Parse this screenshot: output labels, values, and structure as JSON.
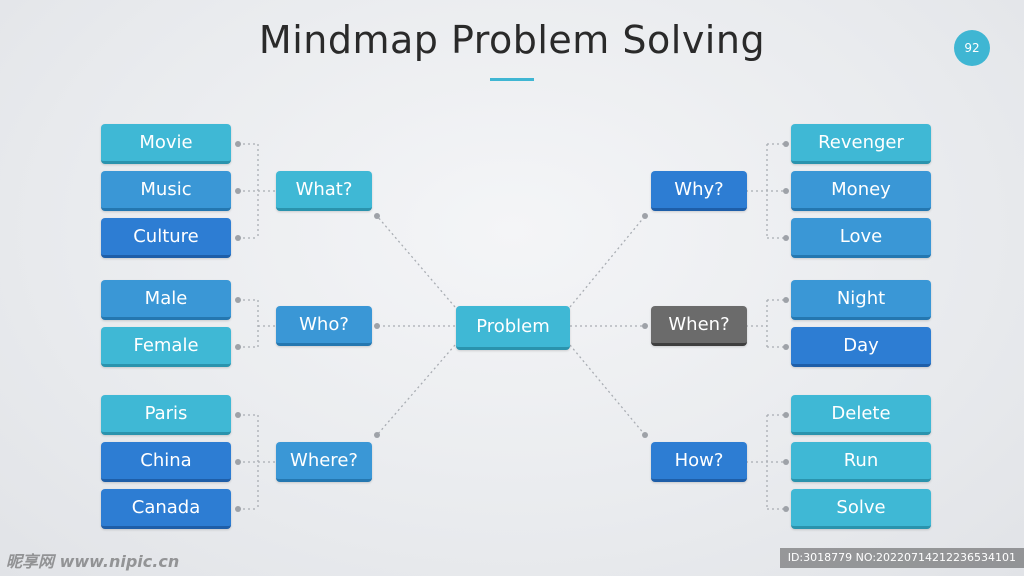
{
  "title": "Mindmap Problem Solving",
  "page_number": "92",
  "center": "Problem",
  "groups": {
    "what": {
      "label": "What?",
      "leaves": [
        "Movie",
        "Music",
        "Culture"
      ]
    },
    "who": {
      "label": "Who?",
      "leaves": [
        "Male",
        "Female"
      ]
    },
    "where": {
      "label": "Where?",
      "leaves": [
        "Paris",
        "China",
        "Canada"
      ]
    },
    "why": {
      "label": "Why?",
      "leaves": [
        "Revenger",
        "Money",
        "Love"
      ]
    },
    "when": {
      "label": "When?",
      "leaves": [
        "Night",
        "Day"
      ]
    },
    "how": {
      "label": "How?",
      "leaves": [
        "Delete",
        "Run",
        "Solve"
      ]
    }
  },
  "colors": {
    "cyan": "#3fb8d5",
    "mid_blue": "#3a97d6",
    "blue": "#2d7dd3",
    "gray": "#6b6b6b",
    "accent": "#3fb6d3"
  },
  "watermark": {
    "site": "昵享网 www.nipic.cn",
    "id": "ID:3018779 NO:20220714212236534101"
  }
}
